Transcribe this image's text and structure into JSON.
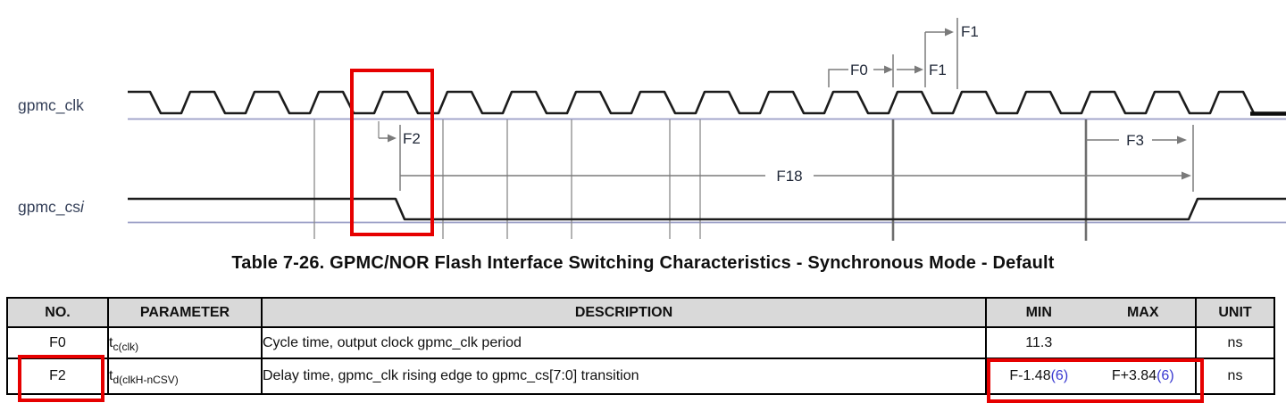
{
  "diagram": {
    "signals": {
      "clk_label": "gpmc_clk",
      "cs_label_base": "gpmc_cs",
      "cs_label_italic": "i"
    },
    "annotations": {
      "f0": "F0",
      "f1_high": "F1",
      "f1_low": "F1",
      "f2": "F2",
      "f3": "F3",
      "f18": "F18"
    }
  },
  "table": {
    "title": "Table 7-26. GPMC/NOR Flash Interface Switching Characteristics - Synchronous Mode - Default",
    "headers": {
      "no": "NO.",
      "parameter": "PARAMETER",
      "description": "DESCRIPTION",
      "min": "MIN",
      "max": "MAX",
      "unit": "UNIT"
    },
    "rows": [
      {
        "no": "F0",
        "param_base": "t",
        "param_sub": "c(clk)",
        "description": "Cycle time, output clock gpmc_clk period",
        "min": "11.3",
        "min_note": "",
        "max": "",
        "max_note": "",
        "unit": "ns"
      },
      {
        "no": "F2",
        "param_base": "t",
        "param_sub": "d(clkH-nCSV)",
        "description": "Delay time, gpmc_clk rising edge to gpmc_cs[7:0] transition",
        "min": "F-1.48",
        "min_note": "(6)",
        "max": "F+3.84",
        "max_note": "(6)",
        "unit": "ns"
      }
    ]
  },
  "colors": {
    "highlight_red": "#e60000",
    "footnote_blue": "#3838d0",
    "header_bg": "#d9d9d9",
    "ruler_lavender": "#9a9ec6"
  }
}
